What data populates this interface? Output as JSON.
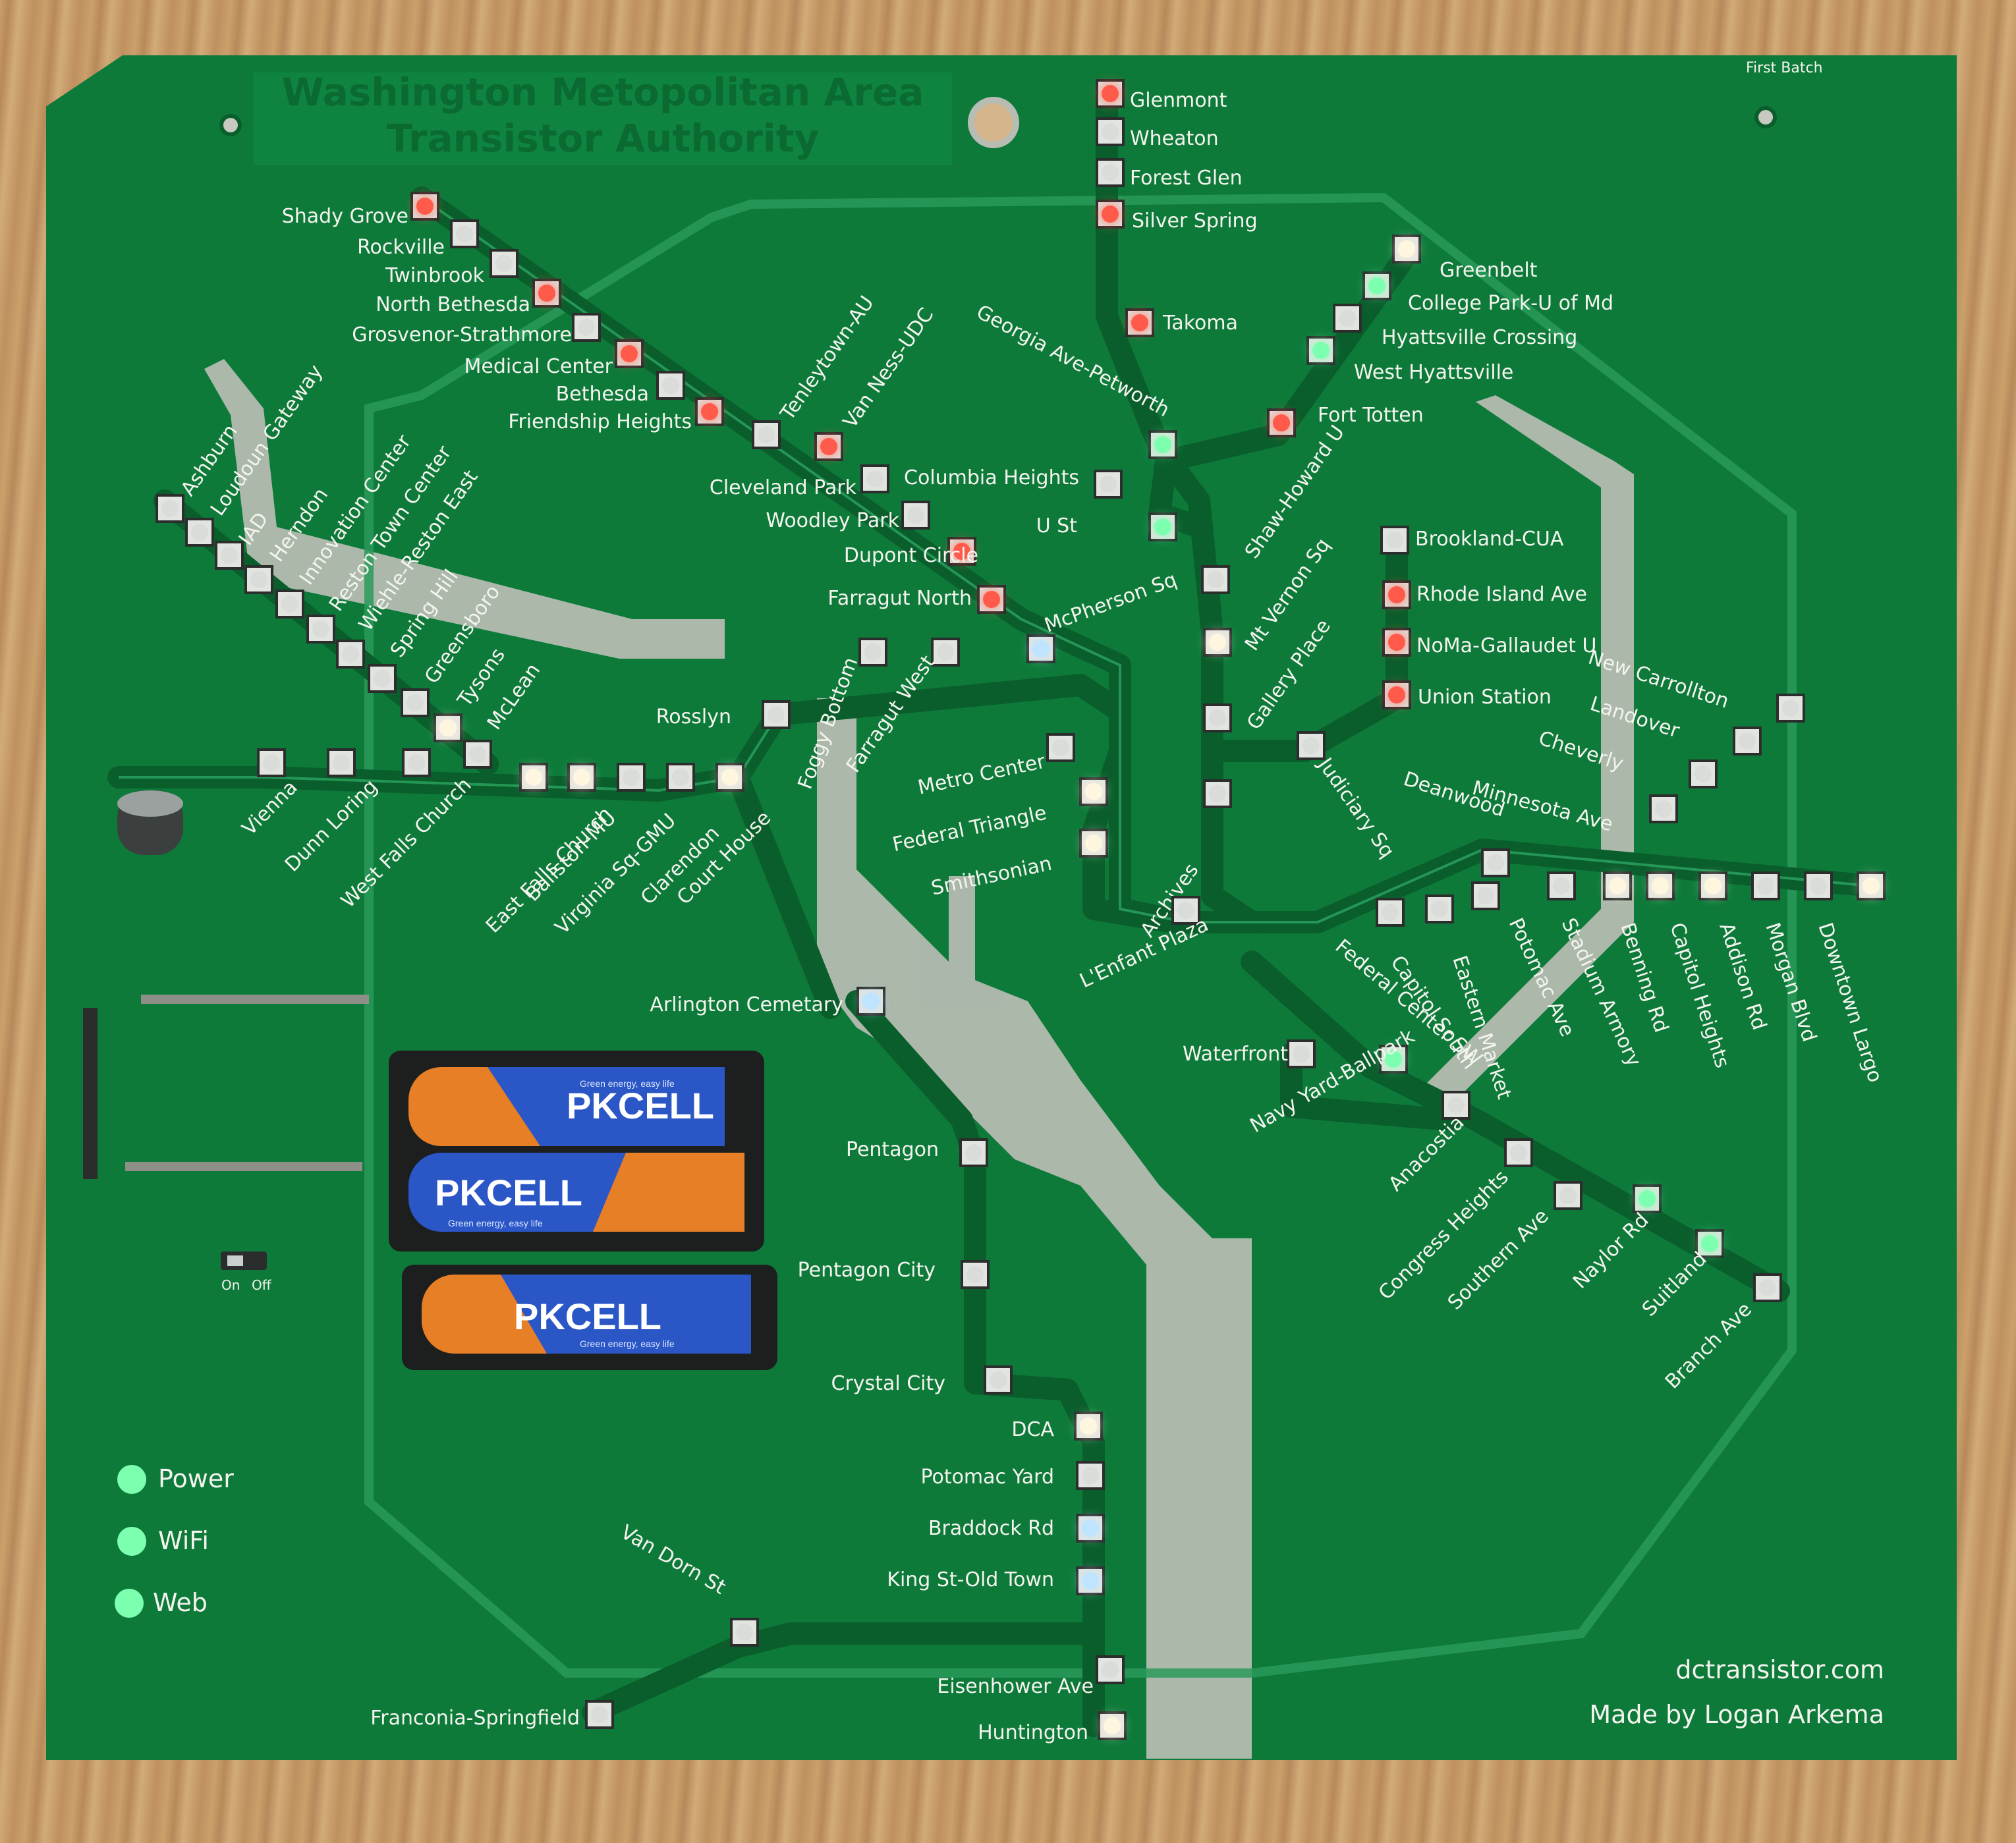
{
  "board": {
    "title_line1": "Washington Metopolitan Area",
    "title_line2": "Transistor Authority",
    "batch": "First Batch",
    "website": "dctransistor.com",
    "credit": "Made by Logan Arkema"
  },
  "indicators": [
    {
      "label": "Power",
      "color": "#7dffb0"
    },
    {
      "label": "WiFi",
      "color": "#7dffb0"
    },
    {
      "label": "Web",
      "color": "#7dffb0"
    }
  ],
  "switch": {
    "on": "On",
    "off": "Off"
  },
  "batteries": [
    {
      "brand": "PKCELL",
      "tagline": "Green energy, easy life"
    },
    {
      "brand": "PKCELL",
      "tagline": "Green energy, easy life"
    },
    {
      "brand": "PKCELL",
      "tagline": "Green energy, easy life"
    }
  ],
  "led_colors": {
    "red": "#ff5a4a",
    "green": "#7dffb0",
    "white": "#fff6e0",
    "blue": "#bfe4ff",
    "off": "#d9dcd9"
  },
  "stations": [
    {
      "name": "Glenmont",
      "led": "red"
    },
    {
      "name": "Wheaton",
      "led": "off"
    },
    {
      "name": "Forest Glen",
      "led": "off"
    },
    {
      "name": "Silver Spring",
      "led": "red"
    },
    {
      "name": "Takoma",
      "led": "red"
    },
    {
      "name": "Georgia Ave-Petworth",
      "led": "green"
    },
    {
      "name": "Columbia Heights",
      "led": "off"
    },
    {
      "name": "U St",
      "led": "green"
    },
    {
      "name": "Shaw-Howard U",
      "led": "off"
    },
    {
      "name": "Mt Vernon Sq",
      "led": "white"
    },
    {
      "name": "Gallery Place",
      "led": "off"
    },
    {
      "name": "Judiciary Sq",
      "led": "off"
    },
    {
      "name": "Archives",
      "led": "off"
    },
    {
      "name": "L'Enfant Plaza",
      "led": "off"
    },
    {
      "name": "Waterfront",
      "led": "off"
    },
    {
      "name": "Navy Yard-Ballpark",
      "led": "green"
    },
    {
      "name": "Anacostia",
      "led": "off"
    },
    {
      "name": "Congress Heights",
      "led": "off"
    },
    {
      "name": "Southern Ave",
      "led": "off"
    },
    {
      "name": "Naylor Rd",
      "led": "green"
    },
    {
      "name": "Suitland",
      "led": "green"
    },
    {
      "name": "Branch Ave",
      "led": "off"
    },
    {
      "name": "Greenbelt",
      "led": "white"
    },
    {
      "name": "College Park-U of Md",
      "led": "green"
    },
    {
      "name": "Hyattsville Crossing",
      "led": "off"
    },
    {
      "name": "West Hyattsville",
      "led": "green"
    },
    {
      "name": "Fort Totten",
      "led": "red"
    },
    {
      "name": "Brookland-CUA",
      "led": "off"
    },
    {
      "name": "Rhode Island Ave",
      "led": "red"
    },
    {
      "name": "NoMa-Gallaudet U",
      "led": "red"
    },
    {
      "name": "Union Station",
      "led": "red"
    },
    {
      "name": "Shady Grove",
      "led": "red"
    },
    {
      "name": "Rockville",
      "led": "off"
    },
    {
      "name": "Twinbrook",
      "led": "off"
    },
    {
      "name": "North Bethesda",
      "led": "red"
    },
    {
      "name": "Grosvenor-Strathmore",
      "led": "off"
    },
    {
      "name": "Medical Center",
      "led": "red"
    },
    {
      "name": "Bethesda",
      "led": "off"
    },
    {
      "name": "Friendship Heights",
      "led": "red"
    },
    {
      "name": "Tenleytown-AU",
      "led": "off"
    },
    {
      "name": "Van Ness-UDC",
      "led": "red"
    },
    {
      "name": "Cleveland Park",
      "led": "off"
    },
    {
      "name": "Woodley Park",
      "led": "off"
    },
    {
      "name": "Dupont Circle",
      "led": "red"
    },
    {
      "name": "Farragut North",
      "led": "red"
    },
    {
      "name": "McPherson Sq",
      "led": "blue"
    },
    {
      "name": "Metro Center",
      "led": "off"
    },
    {
      "name": "Federal Triangle",
      "led": "white"
    },
    {
      "name": "Smithsonian",
      "led": "white"
    },
    {
      "name": "Farragut West",
      "led": "off"
    },
    {
      "name": "Foggy Bottom",
      "led": "off"
    },
    {
      "name": "Rosslyn",
      "led": "off"
    },
    {
      "name": "Arlington Cemetary",
      "led": "blue"
    },
    {
      "name": "Pentagon",
      "led": "off"
    },
    {
      "name": "Pentagon City",
      "led": "off"
    },
    {
      "name": "Crystal City",
      "led": "off"
    },
    {
      "name": "DCA",
      "led": "white"
    },
    {
      "name": "Potomac Yard",
      "led": "off"
    },
    {
      "name": "Braddock Rd",
      "led": "blue"
    },
    {
      "name": "King St-Old Town",
      "led": "blue"
    },
    {
      "name": "Eisenhower Ave",
      "led": "off"
    },
    {
      "name": "Huntington",
      "led": "white"
    },
    {
      "name": "Van Dorn St",
      "led": "off"
    },
    {
      "name": "Franconia-Springfield",
      "led": "off"
    },
    {
      "name": "Ashburn",
      "led": "off"
    },
    {
      "name": "Loudoun Gateway",
      "led": "off"
    },
    {
      "name": "IAD",
      "led": "off"
    },
    {
      "name": "Herndon",
      "led": "off"
    },
    {
      "name": "Innovation Center",
      "led": "off"
    },
    {
      "name": "Reston Town Center",
      "led": "off"
    },
    {
      "name": "Wiehle-Reston East",
      "led": "off"
    },
    {
      "name": "Spring Hill",
      "led": "off"
    },
    {
      "name": "Greensboro",
      "led": "off"
    },
    {
      "name": "Tysons",
      "led": "white"
    },
    {
      "name": "McLean",
      "led": "off"
    },
    {
      "name": "Vienna",
      "led": "off"
    },
    {
      "name": "Dunn Loring",
      "led": "off"
    },
    {
      "name": "West Falls Church",
      "led": "off"
    },
    {
      "name": "East Falls Church",
      "led": "white"
    },
    {
      "name": "Ballston-MU",
      "led": "white"
    },
    {
      "name": "Virginia Sq-GMU",
      "led": "off"
    },
    {
      "name": "Clarendon",
      "led": "off"
    },
    {
      "name": "Court House",
      "led": "white"
    },
    {
      "name": "Eastern Market",
      "led": "off"
    },
    {
      "name": "Capitol South",
      "led": "off"
    },
    {
      "name": "Federal Center SW",
      "led": "off"
    },
    {
      "name": "Potomac Ave",
      "led": "off"
    },
    {
      "name": "Stadium Armory",
      "led": "white"
    },
    {
      "name": "Minnesota Ave",
      "led": "off"
    },
    {
      "name": "Deanwood",
      "led": "off"
    },
    {
      "name": "Cheverly",
      "led": "off"
    },
    {
      "name": "Landover",
      "led": "off"
    },
    {
      "name": "New Carrollton",
      "led": "off"
    },
    {
      "name": "Benning Rd",
      "led": "white"
    },
    {
      "name": "Capitol Heights",
      "led": "white"
    },
    {
      "name": "Addison Rd",
      "led": "off"
    },
    {
      "name": "Morgan Blvd",
      "led": "off"
    },
    {
      "name": "Downtown Largo",
      "led": "white"
    }
  ]
}
